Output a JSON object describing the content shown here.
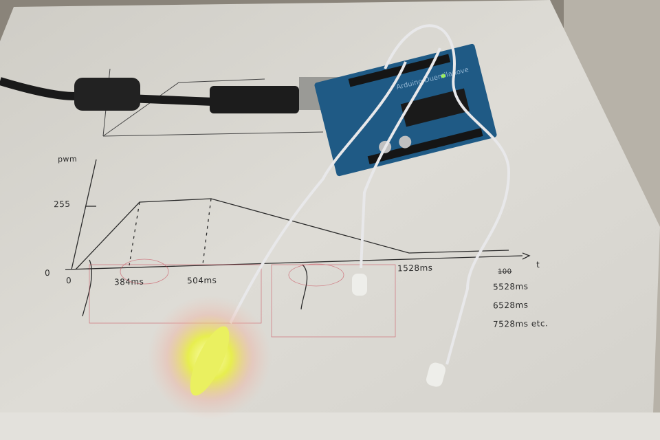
{
  "board": {
    "label": "Arduino Duemilanove"
  },
  "sketch": {
    "y_axis_label": "pwm",
    "y_tick_255": "255",
    "y_origin": "0",
    "x_origin": "0",
    "x_ticks": [
      "384ms",
      "504ms",
      "1528ms"
    ],
    "x_axis_label": "t",
    "struck_value": "100",
    "repeat_times": [
      "5528ms",
      "6528ms",
      "7528ms etc."
    ]
  },
  "colors": {
    "paper": "#dcdcd8",
    "board": "#1f5a85",
    "led_glow": "#e8f040",
    "ink": "#2a2a2a",
    "red_ink": "#c84050"
  }
}
